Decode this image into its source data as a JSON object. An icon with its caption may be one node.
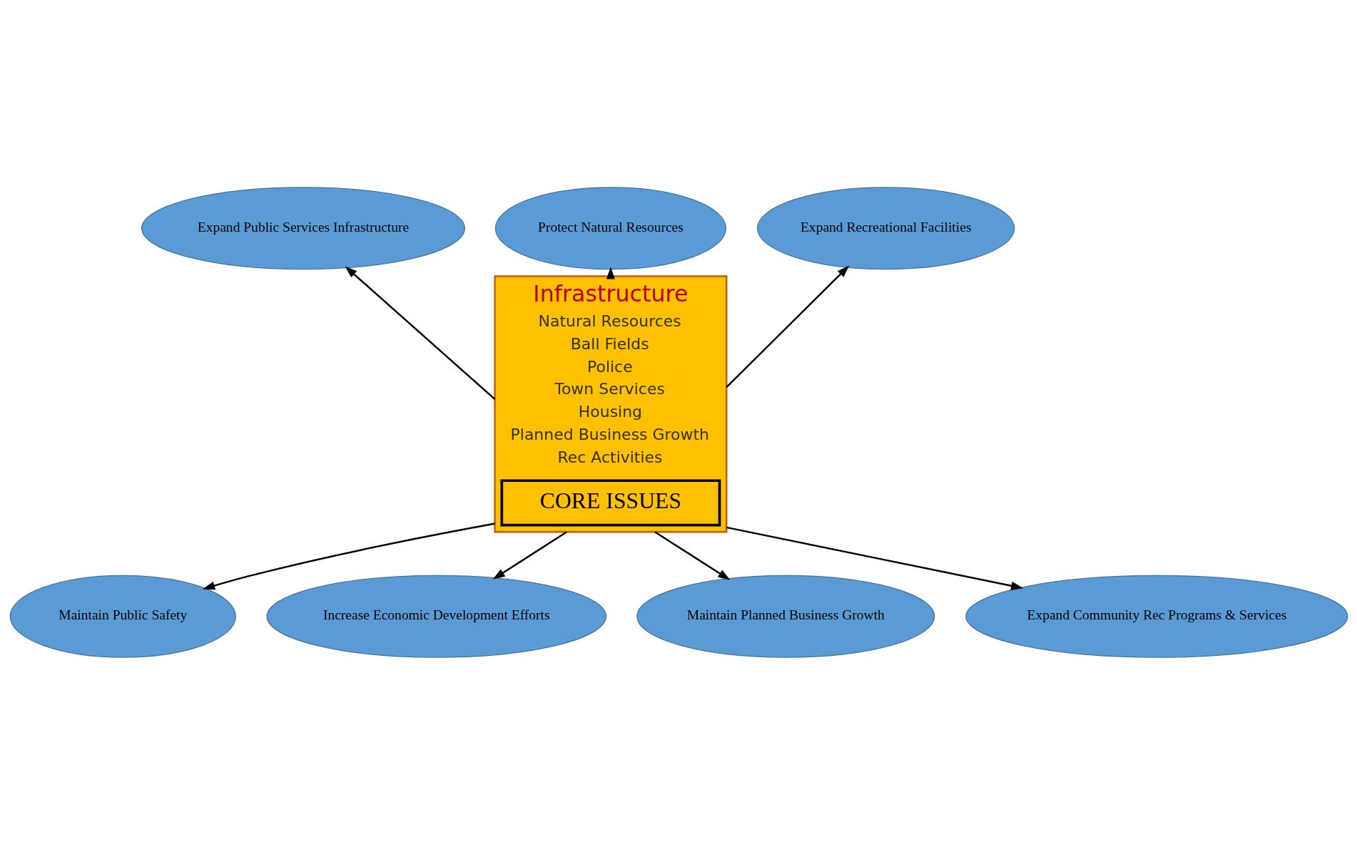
{
  "diagram": {
    "nodes": [
      {
        "text": [
          "Expand Public Services Infrastructure"
        ]
      },
      {
        "text": [
          "Protect Natural Resources"
        ]
      },
      {
        "text": [
          "Expand Recreational Facilities"
        ]
      },
      {
        "text": [
          "Infrastructure",
          "Natural Resources",
          "Ball Fields",
          "Police",
          "Town Services",
          "Housing",
          "Planned Business Growth",
          "Rec Activities"
        ]
      },
      {
        "text": [
          "CORE ISSUES"
        ],
        "in": 3
      },
      {
        "text": [
          "Maintain Public Safety"
        ]
      },
      {
        "text": [
          "Increase Economic Development Efforts"
        ]
      },
      {
        "text": [
          "Maintain Planned Business Growth"
        ]
      },
      {
        "text": [
          "Expand Community Rec Programs & Services"
        ]
      }
    ],
    "edges": [
      {
        "from": 3,
        "to": 0,
        "arrow": "to"
      },
      {
        "from": 3,
        "to": 1,
        "arrow": "to"
      },
      {
        "from": 3,
        "to": 2,
        "arrow": "to"
      },
      {
        "from": 3,
        "to": 5,
        "arrow": "to"
      },
      {
        "from": 3,
        "to": 6,
        "arrow": "to"
      },
      {
        "from": 3,
        "to": 7,
        "arrow": "to"
      },
      {
        "from": 3,
        "to": 8,
        "arrow": "to"
      }
    ]
  }
}
